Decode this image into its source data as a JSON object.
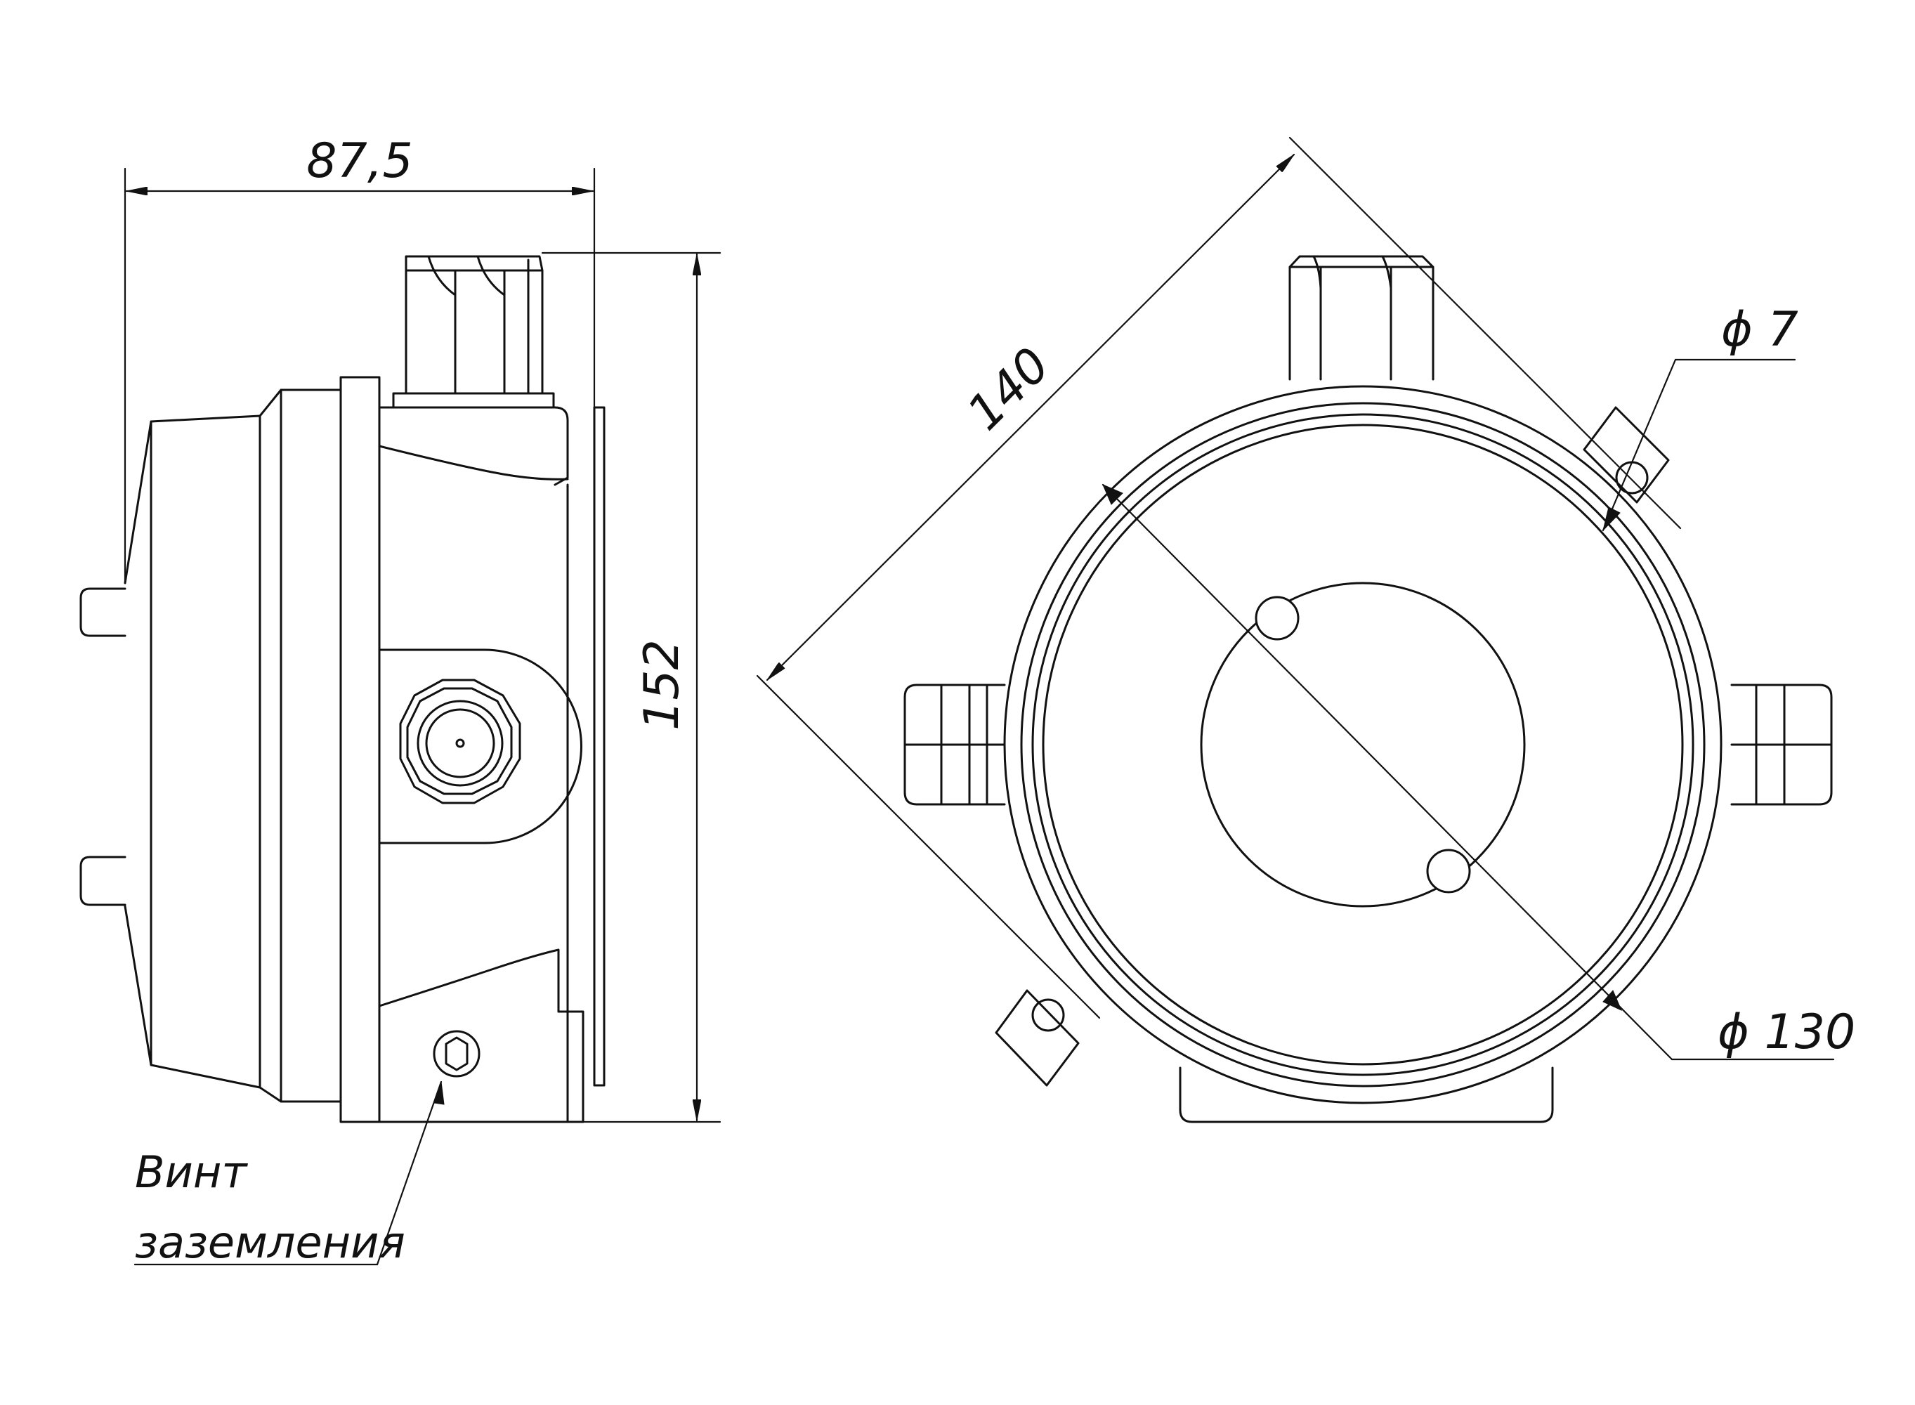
{
  "drawing": {
    "side_view": {
      "dimensions": {
        "width": "87,5",
        "height": "152"
      },
      "note": {
        "line1": "Винт",
        "line2": "заземления"
      }
    },
    "top_view": {
      "dimensions": {
        "diagonal": "140",
        "hole_diameter": "ϕ 7",
        "body_diameter": "ϕ 130"
      }
    },
    "colors": {
      "line": "#111111",
      "background": "#ffffff"
    }
  }
}
